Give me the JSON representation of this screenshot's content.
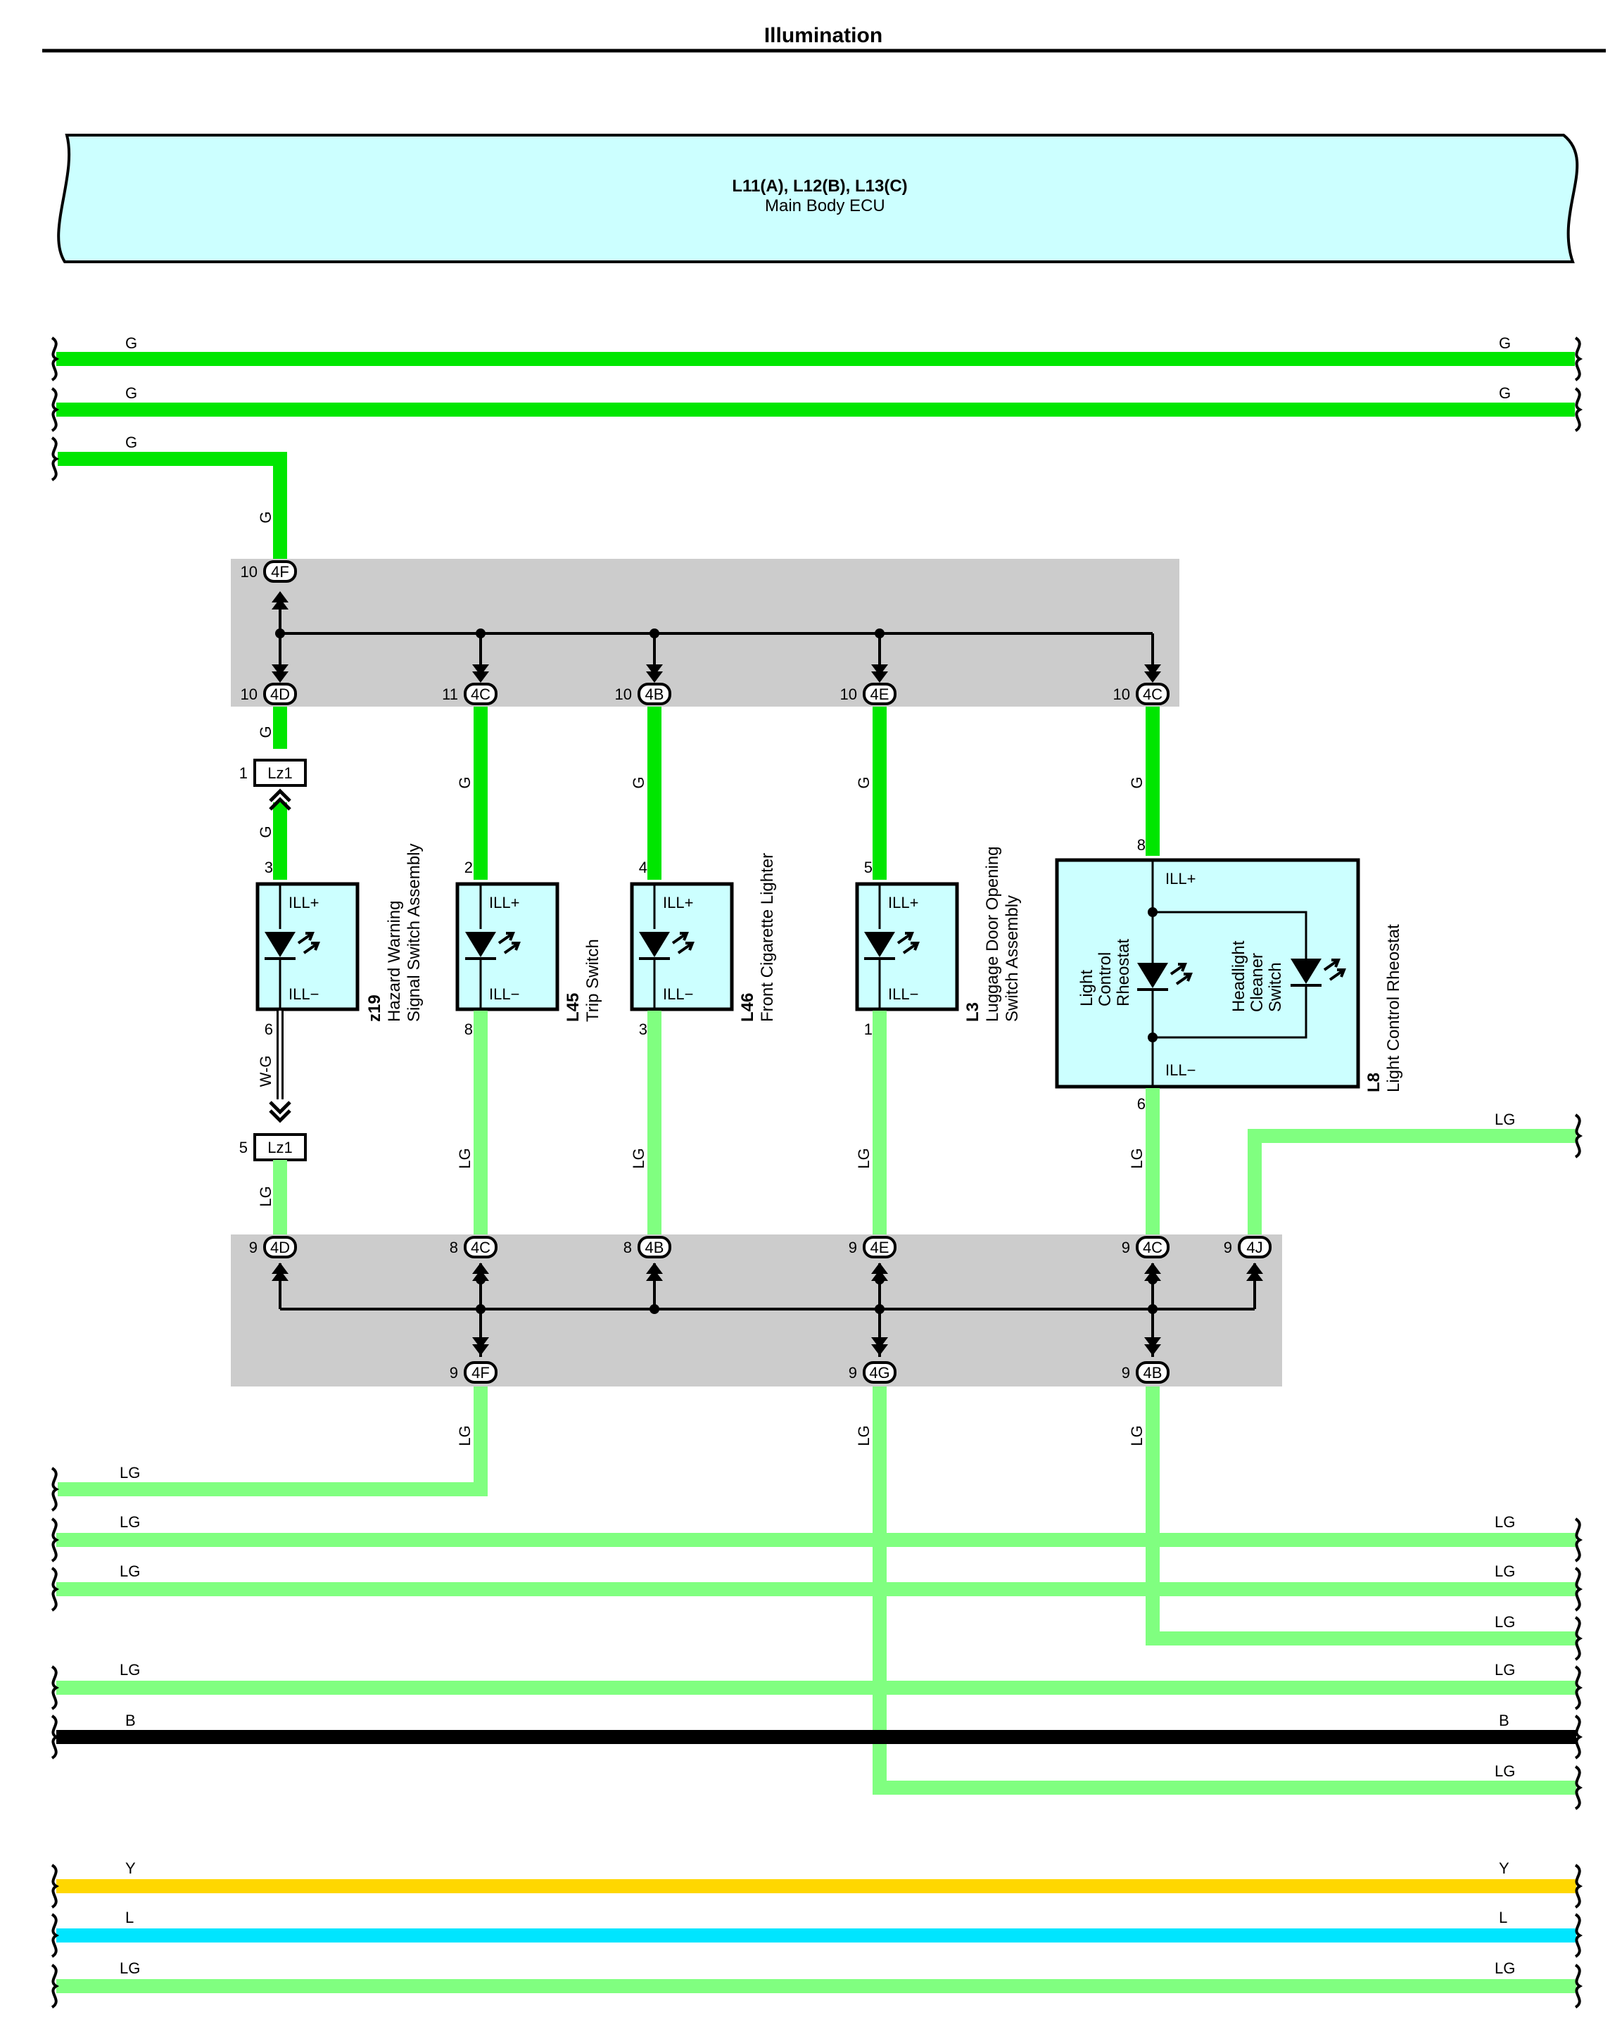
{
  "title": "Illumination",
  "ecu": {
    "id": "L11(A), L12(B), L13(C)",
    "name": "Main Body ECU"
  },
  "colors": {
    "G": "#00e600",
    "LG": "#80ff80",
    "B": "#000000",
    "Y": "#ffd700",
    "L": "#00e5ff",
    "ecu_fill": "#ccffff",
    "junction_fill": "#cccccc"
  },
  "wire_labels": {
    "G": "G",
    "LG": "LG",
    "B": "B",
    "Y": "Y",
    "L": "L",
    "WG": "W-G"
  },
  "ill": {
    "plus": "ILL+",
    "minus": "ILL−"
  },
  "top_junction": {
    "input": {
      "pin": "10",
      "label": "4F"
    },
    "outputs": [
      {
        "pin": "10",
        "label": "4D"
      },
      {
        "pin": "11",
        "label": "4C"
      },
      {
        "pin": "10",
        "label": "4B"
      },
      {
        "pin": "10",
        "label": "4E"
      },
      {
        "pin": "10",
        "label": "4C"
      }
    ]
  },
  "bottom_junction": {
    "inputs": [
      {
        "pin": "9",
        "label": "4D"
      },
      {
        "pin": "8",
        "label": "4C"
      },
      {
        "pin": "8",
        "label": "4B"
      },
      {
        "pin": "9",
        "label": "4E"
      },
      {
        "pin": "9",
        "label": "4C"
      },
      {
        "pin": "9",
        "label": "4J"
      }
    ],
    "outputs": [
      {
        "pin": "9",
        "label": "4F"
      },
      {
        "pin": "9",
        "label": "4G"
      },
      {
        "pin": "9",
        "label": "4B"
      }
    ]
  },
  "lz1": {
    "label": "Lz1",
    "upper_pin": "1",
    "lower_pin": "5"
  },
  "components": [
    {
      "id": "z19",
      "name_line1": "Hazard Warning",
      "name_line2": "Signal Switch Assembly",
      "pin_top": "3",
      "pin_bottom": "6"
    },
    {
      "id": "L45",
      "name_line1": "Trip Switch",
      "name_line2": "",
      "pin_top": "2",
      "pin_bottom": "8"
    },
    {
      "id": "L46",
      "name_line1": "Front Cigarette Lighter",
      "name_line2": "",
      "pin_top": "4",
      "pin_bottom": "3"
    },
    {
      "id": "L3",
      "name_line1": "Luggage Door Opening",
      "name_line2": "Switch Assembly",
      "pin_top": "5",
      "pin_bottom": "1"
    }
  ],
  "l8": {
    "id": "L8",
    "name": "Light Control Rheostat",
    "pin_top": "8",
    "pin_bottom": "6",
    "inner_left": [
      "Light",
      "Control",
      "Rheostat"
    ],
    "inner_right": [
      "Headlight",
      "Cleaner",
      "Switch"
    ]
  }
}
